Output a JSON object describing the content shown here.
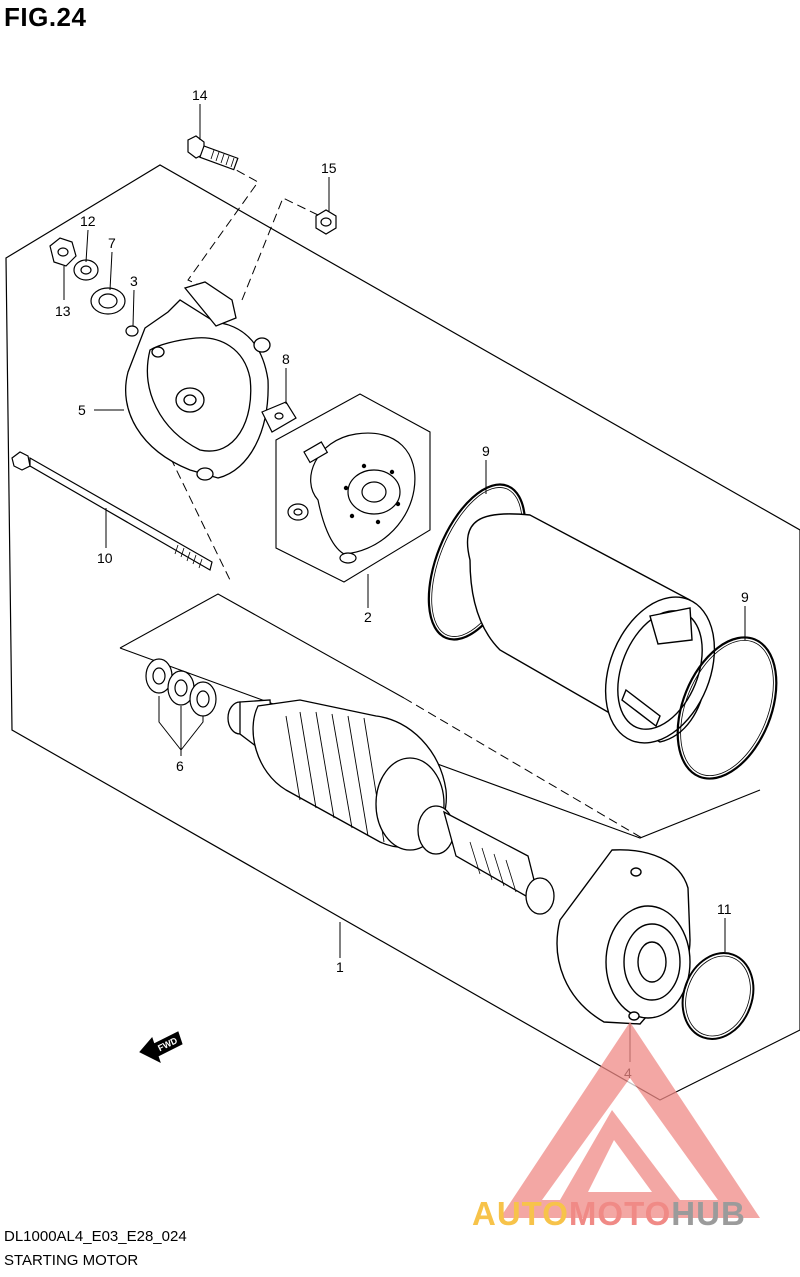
{
  "figure": {
    "title": "FIG.24",
    "model_code": "DL1000AL4_E03_E28_024",
    "name": "STARTING MOTOR"
  },
  "callouts": [
    {
      "id": "c14",
      "label": "14"
    },
    {
      "id": "c15",
      "label": "15"
    },
    {
      "id": "c12",
      "label": "12"
    },
    {
      "id": "c7",
      "label": "7"
    },
    {
      "id": "c3",
      "label": "3"
    },
    {
      "id": "c13",
      "label": "13"
    },
    {
      "id": "c8",
      "label": "8"
    },
    {
      "id": "c5",
      "label": "5"
    },
    {
      "id": "c9a",
      "label": "9"
    },
    {
      "id": "c10",
      "label": "10"
    },
    {
      "id": "c2",
      "label": "2"
    },
    {
      "id": "c9b",
      "label": "9"
    },
    {
      "id": "c6",
      "label": "6"
    },
    {
      "id": "c11",
      "label": "11"
    },
    {
      "id": "c1",
      "label": "1"
    },
    {
      "id": "c4",
      "label": "4"
    }
  ],
  "direction_arrow": {
    "label": "FWD",
    "icon": "fwd-arrow-icon"
  },
  "watermark": {
    "parts": [
      {
        "text": "AUTO",
        "color": "#f7c34a"
      },
      {
        "text": "MOTO",
        "color": "#f08a86"
      },
      {
        "text": "HUB",
        "color": "#9b9b9b"
      }
    ],
    "logo": "triangle-logo-icon",
    "logo_color": "#f08a86"
  }
}
